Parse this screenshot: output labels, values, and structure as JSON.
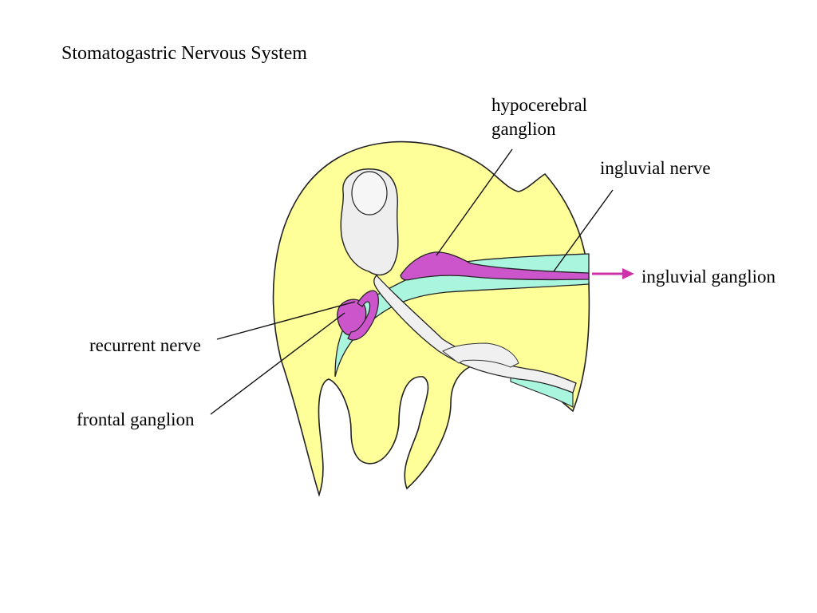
{
  "title": "Stomatogastric Nervous System",
  "labels": {
    "hypocerebral_ganglion": "hypocerebral\nganglion",
    "ingluvial_nerve": "ingluvial nerve",
    "ingluvial_ganglion": "ingluvial ganglion",
    "recurrent_nerve": "recurrent nerve",
    "frontal_ganglion": "frontal ganglion"
  },
  "colors": {
    "head": "#ffff99",
    "gut": "#aaf5de",
    "ganglia": "#cc55cc",
    "brain": "#eeeeee",
    "arrow": "#cc33aa"
  }
}
